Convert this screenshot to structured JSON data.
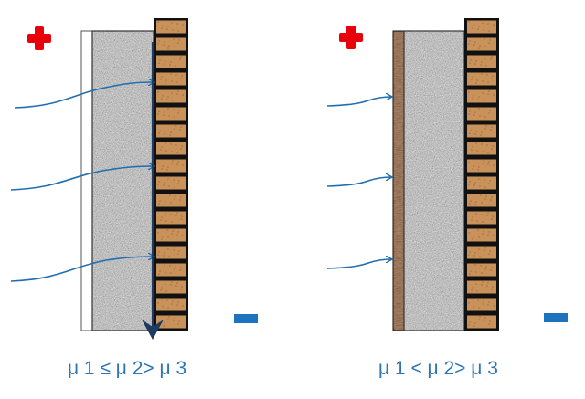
{
  "diagrams": [
    {
      "id": "left",
      "layers": [
        "thin-white-layer",
        "insulation",
        "brick"
      ],
      "flow_lines": 3,
      "has_condensation_arrow": true,
      "caption": "μ 1 ≤ μ 2> μ 3"
    },
    {
      "id": "right",
      "layers": [
        "dark-vapour-barrier",
        "insulation",
        "brick"
      ],
      "flow_lines": 3,
      "has_condensation_arrow": false,
      "caption": "μ 1 < μ 2> μ 3"
    }
  ],
  "icons": {
    "positive": "plus-icon",
    "negative": "minus-icon"
  },
  "colors": {
    "plus": "#e8000b",
    "minus": "#1e73be",
    "flow_line": "#1f6fb0",
    "arrow": "#1f3a5f",
    "brick": "#c9925a",
    "mortar": "#111111",
    "insulation": "#c4c4c4",
    "barrier": "#4a2e1c",
    "caption": "#2e75b6"
  }
}
